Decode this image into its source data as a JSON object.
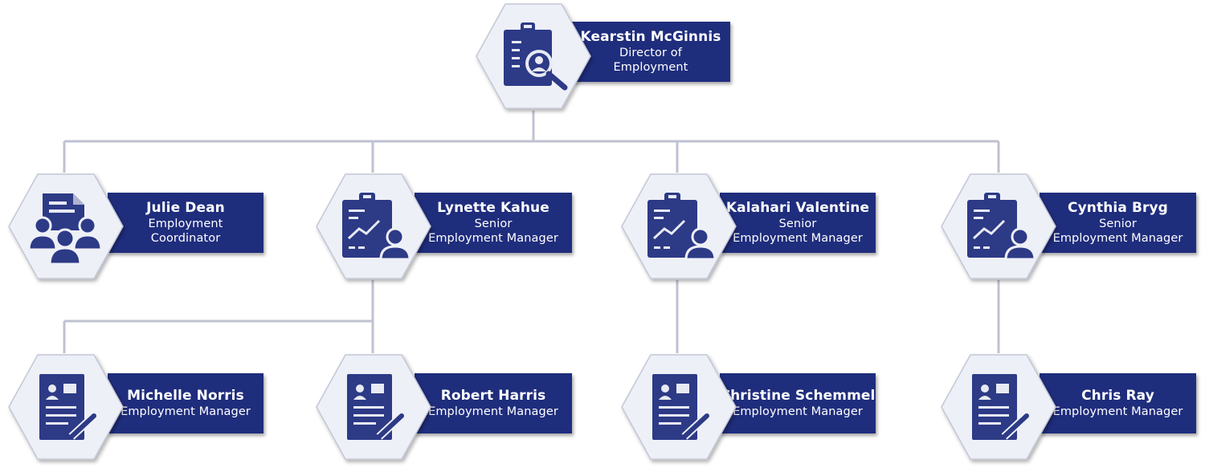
{
  "colors": {
    "box": "#1f2d7d",
    "icon": "#2d3a86",
    "hex_fill": "#eef0f7",
    "hex_stroke": "#c3c7d6",
    "connector": "#bfc2d0"
  },
  "nodes": {
    "director": {
      "name": "Kearstin McGinnis",
      "title1": "Director of",
      "title2": "Employment",
      "icon": "clipboard-search-icon"
    },
    "julie": {
      "name": "Julie Dean",
      "title1": "Employment",
      "title2": "Coordinator",
      "icon": "team-document-icon"
    },
    "lynette": {
      "name": "Lynette Kahue",
      "title1": "Senior",
      "title2": "Employment Manager",
      "icon": "clipboard-chart-person-icon"
    },
    "kalahari": {
      "name": "Kalahari Valentine",
      "title1": "Senior",
      "title2": "Employment Manager",
      "icon": "clipboard-chart-person-icon"
    },
    "cynthia": {
      "name": "Cynthia Bryg",
      "title1": "Senior",
      "title2": "Employment Manager",
      "icon": "clipboard-chart-person-icon"
    },
    "michelle": {
      "name": "Michelle Norris",
      "title1": "Employment Manager",
      "icon": "resume-pen-icon"
    },
    "robert": {
      "name": "Robert Harris",
      "title1": "Employment Manager",
      "icon": "resume-pen-icon"
    },
    "christine": {
      "name": "Christine Schemmel",
      "title1": "Employment Manager",
      "icon": "resume-pen-icon"
    },
    "chris": {
      "name": "Chris Ray",
      "title1": "Employment Manager",
      "icon": "resume-pen-icon"
    }
  }
}
